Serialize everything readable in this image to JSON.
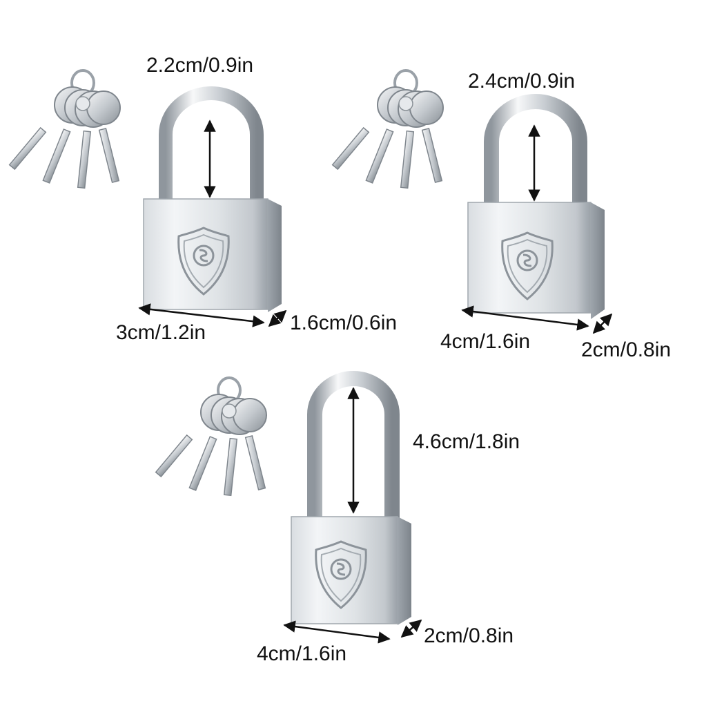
{
  "colors": {
    "steel_light": "#f2f4f6",
    "steel_mid": "#c6cbd0",
    "steel_dark": "#8c939a",
    "arrow": "#111111",
    "background": "#ffffff"
  },
  "icons": [
    "key-ring-icon",
    "padlock-icon",
    "shield-logo-icon",
    "dimension-arrow-icon"
  ],
  "locks": [
    {
      "shackle_height": "2.2cm/0.9in",
      "body_width": "3cm/1.2in",
      "body_thickness": "1.6cm/0.6in"
    },
    {
      "shackle_height": "2.4cm/0.9in",
      "body_width": "4cm/1.6in",
      "body_thickness": "2cm/0.8in"
    },
    {
      "shackle_height": "4.6cm/1.8in",
      "body_width": "4cm/1.6in",
      "body_thickness": "2cm/0.8in"
    }
  ]
}
